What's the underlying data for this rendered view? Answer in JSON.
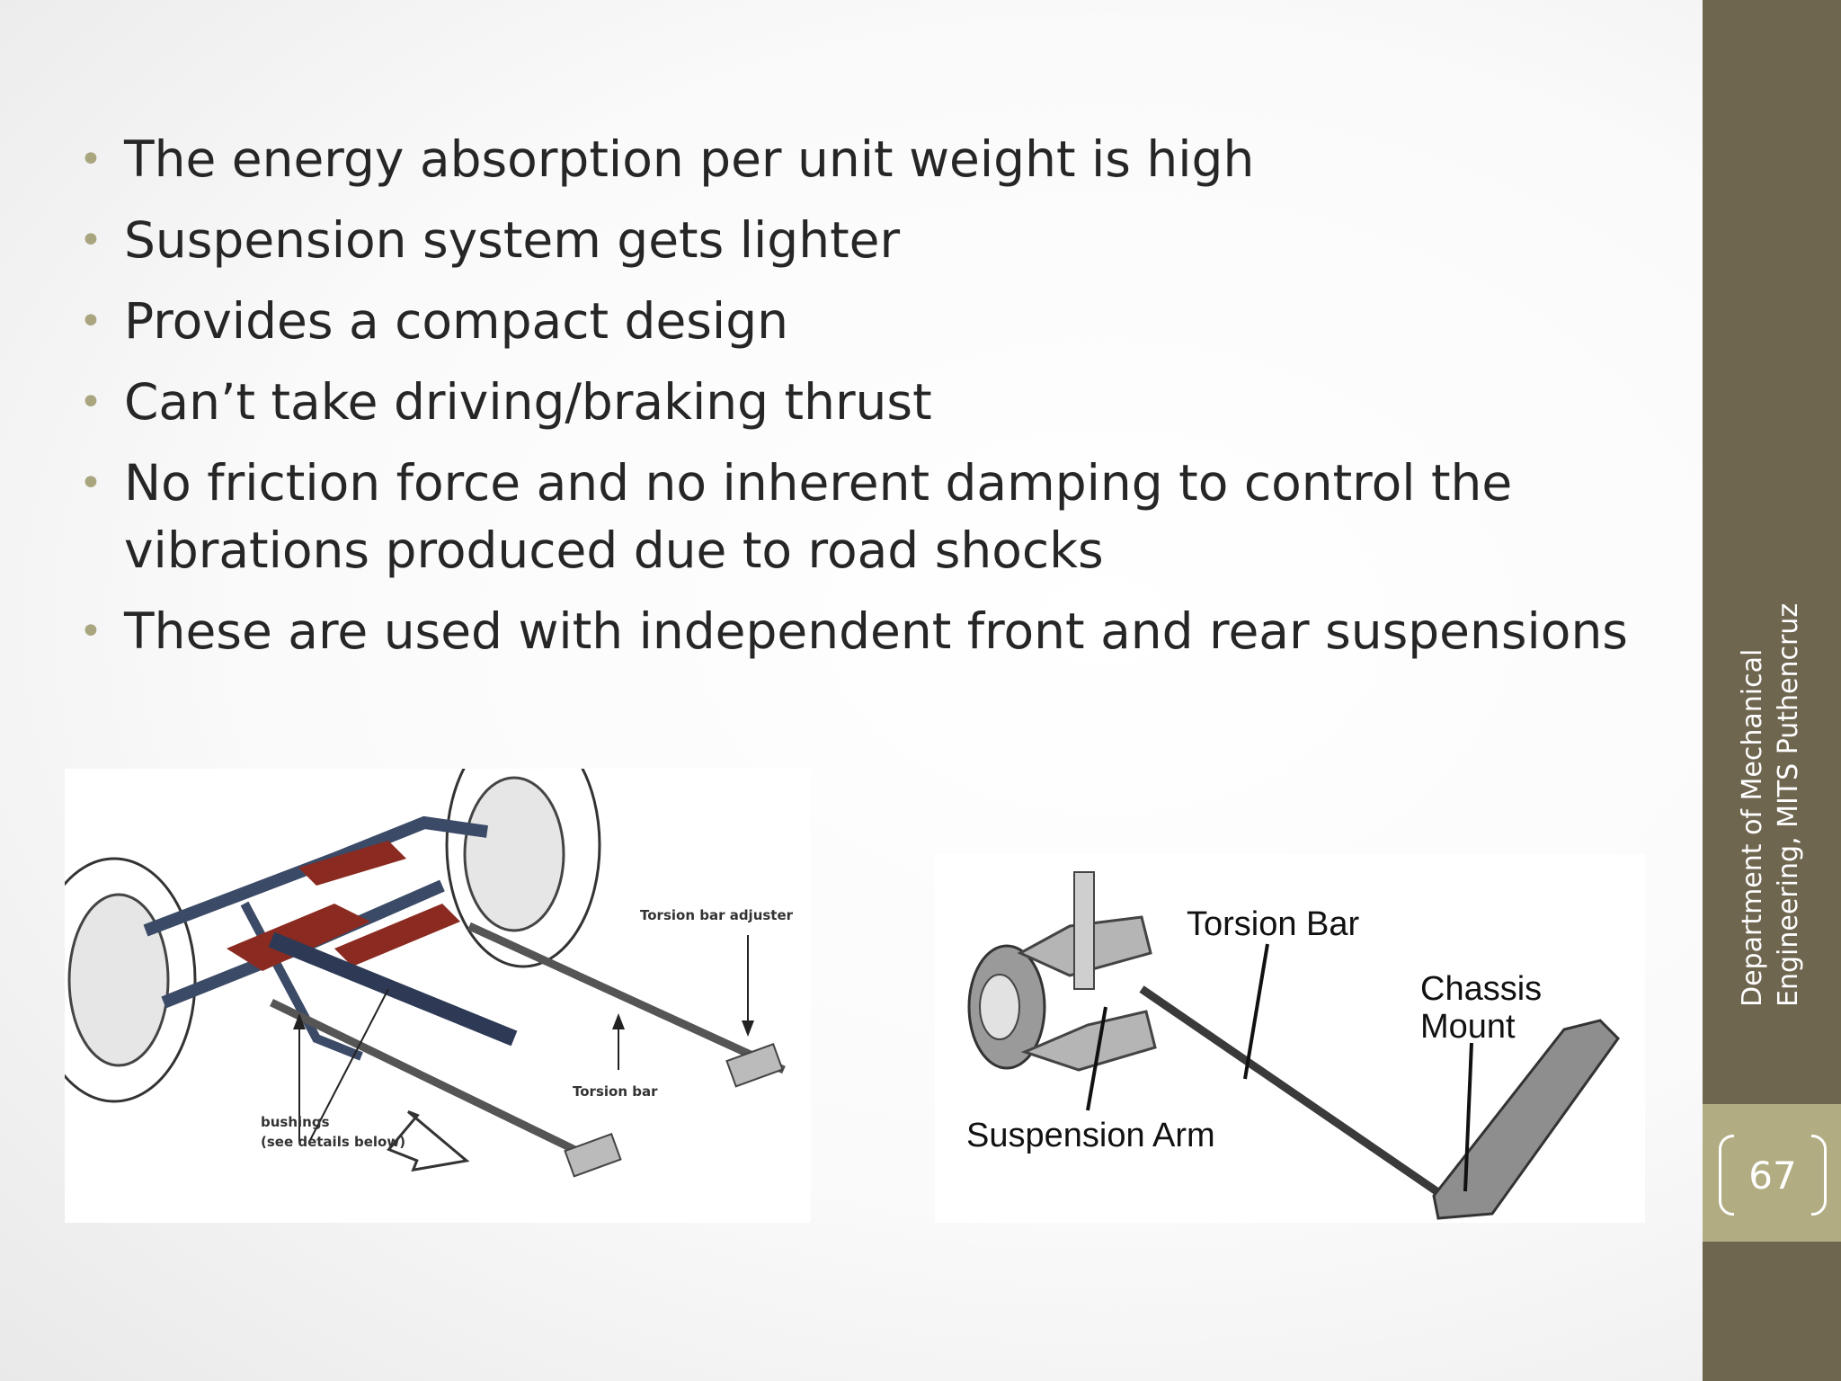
{
  "bullets": [
    "The energy absorption per unit weight is high",
    "Suspension system gets lighter",
    "Provides a compact design",
    "Can’t take driving/braking thrust",
    "No friction force and no inherent damping to control the vibrations produced due to road shocks",
    "These are used with independent front and rear suspensions"
  ],
  "sidebar": {
    "line1": "Department of Mechanical",
    "line2": "Engineering, MITS Puthencruz"
  },
  "page_number": "67",
  "figure_left": {
    "label_adjuster": "Torsion bar adjuster",
    "label_torsion_bar": "Torsion bar",
    "label_bushings_1": "bushings",
    "label_bushings_2": "(see details below)"
  },
  "figure_right": {
    "label_torsion_bar": "Torsion Bar",
    "label_chassis_1": "Chassis",
    "label_chassis_2": "Mount",
    "label_suspension_arm": "Suspension Arm"
  },
  "colors": {
    "sidebar": "#6f6650",
    "page_box": "#b2ac83",
    "bullet": "#a8a57f",
    "text": "#262626"
  }
}
